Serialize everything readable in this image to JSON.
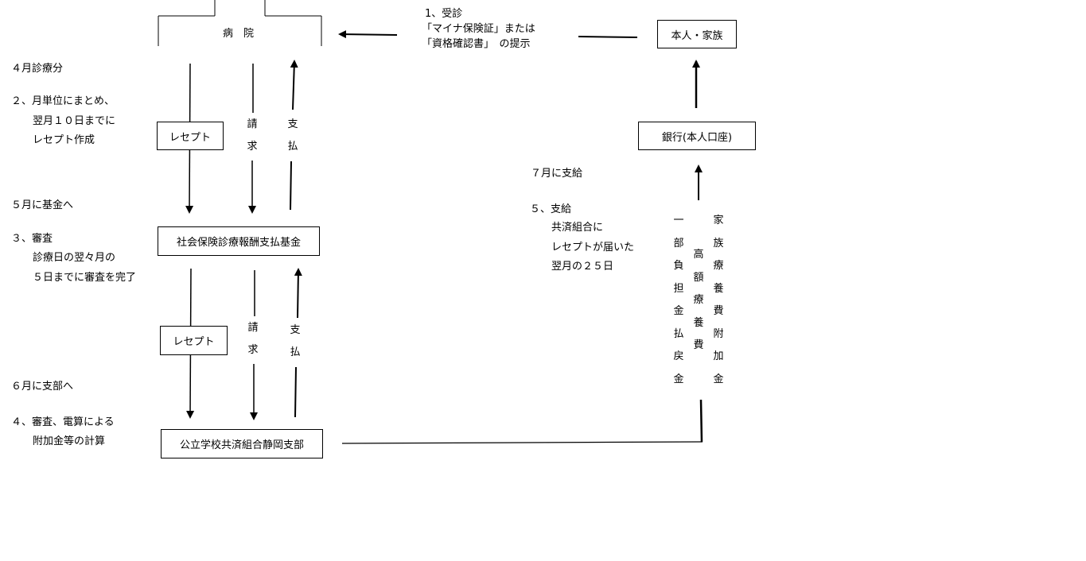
{
  "nodes": {
    "hospital": "病　院",
    "self_family": "本人・家族",
    "bank": "銀行(本人口座)",
    "fund": "社会保険診療報酬支払基金",
    "branch": "公立学校共済組合静岡支部",
    "receipt_1": "レセプト",
    "receipt_2": "レセプト"
  },
  "flow_labels": {
    "claim_1": [
      "請",
      "求"
    ],
    "payment_1": [
      "支",
      "払"
    ],
    "claim_2": [
      "請",
      "求"
    ],
    "payment_2": [
      "支",
      "払"
    ]
  },
  "step1": {
    "title": "1、受診",
    "line1": "「マイナ保険証」または",
    "line2": "「資格確認書」　の提示"
  },
  "left_notes": {
    "april": "４月診療分",
    "step2_title": "２、月単位にまとめ、",
    "step2_line1": "翌月１０日までに",
    "step2_line2": "レセプト作成",
    "may": "５月に基金へ",
    "step3_title": "３、審査",
    "step3_line1": "診療日の翌々月の",
    "step3_line2": "５日までに審査を完了",
    "june": "６月に支部へ",
    "step4_title": "４、審査、電算による",
    "step4_line1": "附加金等の計算"
  },
  "right_notes": {
    "july": "７月に支給",
    "step5_title": "５、支給",
    "step5_line1": "共済組合に",
    "step5_line2": "レセプトが届いた",
    "step5_line3": "翌月の２５日"
  },
  "benefit_columns": {
    "col_a": [
      "一",
      "部",
      "負",
      "担",
      "金",
      "払",
      "戻",
      "金"
    ],
    "col_b": [
      "高",
      "額",
      "療",
      "養",
      "費"
    ],
    "col_c": [
      "家",
      "族",
      "療",
      "養",
      "費",
      "附",
      "加",
      "金"
    ]
  }
}
